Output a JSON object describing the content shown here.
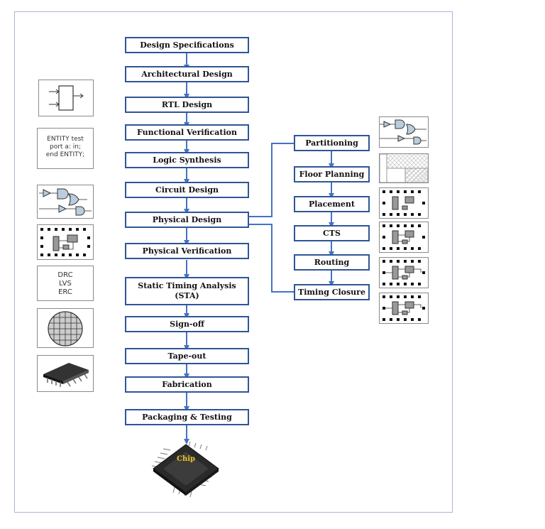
{
  "flow_main": [
    "Design Specifications",
    "Architectural Design",
    "RTL Design",
    "Functional Verification",
    "Logic Synthesis",
    "Circuit Design",
    "Physical Design",
    "Physical Verification",
    "Static Timing Analysis (STA)",
    "Sign-off",
    "Tape-out",
    "Fabrication",
    "Packaging & Testing"
  ],
  "flow_physical": [
    "Partitioning",
    "Floor Planning",
    "Placement",
    "CTS",
    "Routing",
    "Timing Closure"
  ],
  "rtl_code": [
    "ENTITY test",
    "port a: in;",
    "end ENTITY;"
  ],
  "verification_checks": [
    "DRC",
    "LVS",
    "ERC"
  ],
  "chip_label": "Chip",
  "colors": {
    "box_border": "#2e5597",
    "arrow": "#4472c4",
    "chip_text": "#f0c020"
  }
}
